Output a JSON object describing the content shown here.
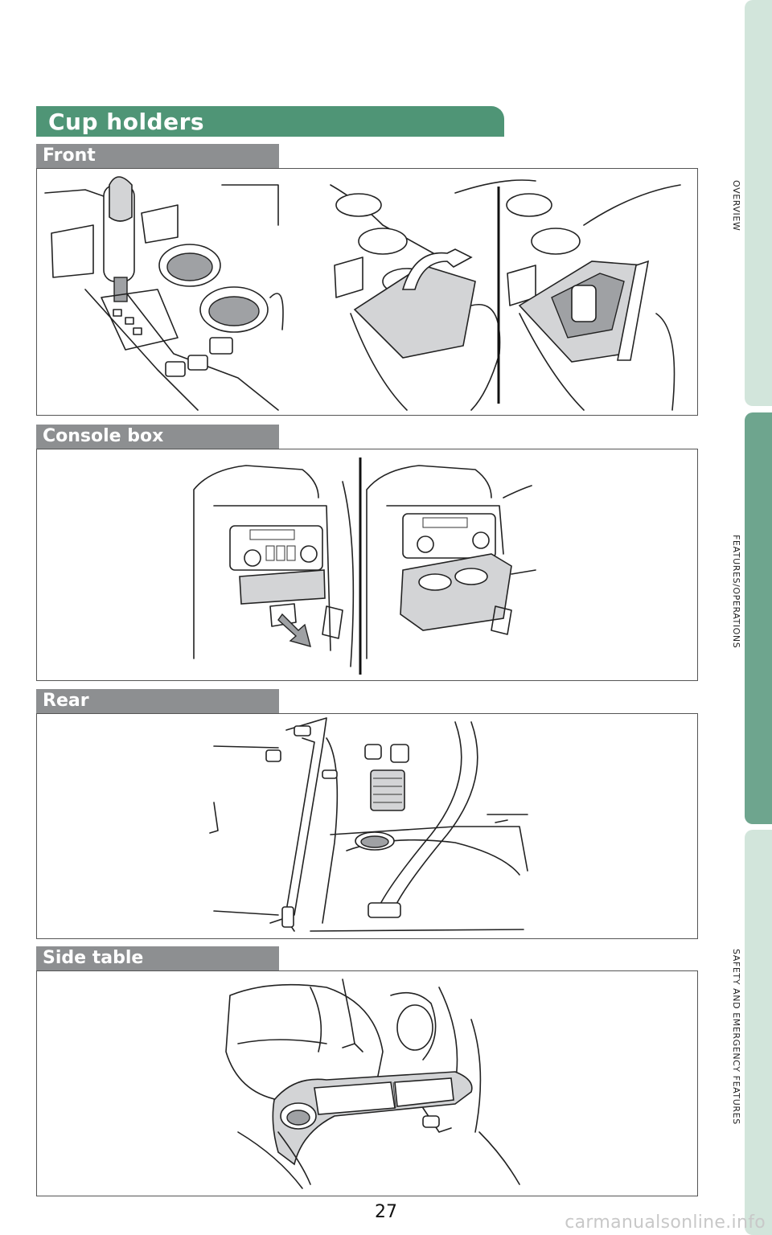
{
  "page": {
    "title": "Cup holders",
    "page_number": "27",
    "watermark": "carmanualsonline.info"
  },
  "sections": [
    {
      "label": "Front"
    },
    {
      "label": "Console box"
    },
    {
      "label": "Rear"
    },
    {
      "label": "Side table"
    }
  ],
  "side_tabs": [
    {
      "label": "OVERVIEW",
      "color": "#d2e5db"
    },
    {
      "label": "FEATURES/OPERATIONS",
      "color": "#6ea58e"
    },
    {
      "label": "SAFETY AND EMERGENCY FEATURES",
      "color": "#d2e5db"
    }
  ],
  "colors": {
    "title_green": "#4f9576",
    "section_gray": "#8d8f91"
  }
}
